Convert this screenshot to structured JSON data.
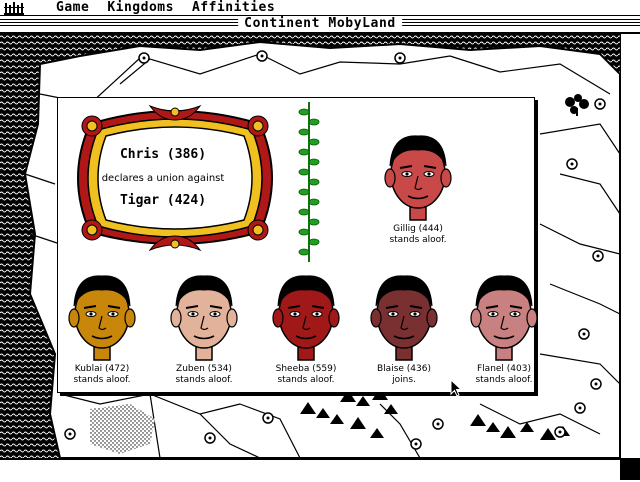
{
  "menu": {
    "items": [
      "Game",
      "Kingdoms",
      "Affinities"
    ]
  },
  "window": {
    "title": "Continent MobyLand"
  },
  "dialog": {
    "declarer": "Chris (386)",
    "declaration": "declares a union against",
    "target": "Tigar (424)",
    "characters": [
      {
        "name": "Gillig (444)",
        "stance": "stands aloof.",
        "skin": "#c94848",
        "hair": "#000000"
      },
      {
        "name": "Kublai (472)",
        "stance": "stands aloof.",
        "skin": "#c8860b",
        "hair": "#000000"
      },
      {
        "name": "Zuben (534)",
        "stance": "stands aloof.",
        "skin": "#e2b39a",
        "hair": "#000000"
      },
      {
        "name": "Sheeba (559)",
        "stance": "stands aloof.",
        "skin": "#a01818",
        "hair": "#000000"
      },
      {
        "name": "Blaise (436)",
        "stance": "joins.",
        "skin": "#7a3030",
        "hair": "#000000"
      },
      {
        "name": "Flanel (403)",
        "stance": "stands aloof.",
        "skin": "#c98080",
        "hair": "#000000"
      }
    ]
  },
  "colors": {
    "frame_red": "#b01818",
    "frame_gold": "#f0c020",
    "vine_green": "#20a020",
    "map_ink": "#000000"
  },
  "icons": {
    "menubar_logo": "castle-icon",
    "cursor": "arrow-cursor-icon"
  }
}
